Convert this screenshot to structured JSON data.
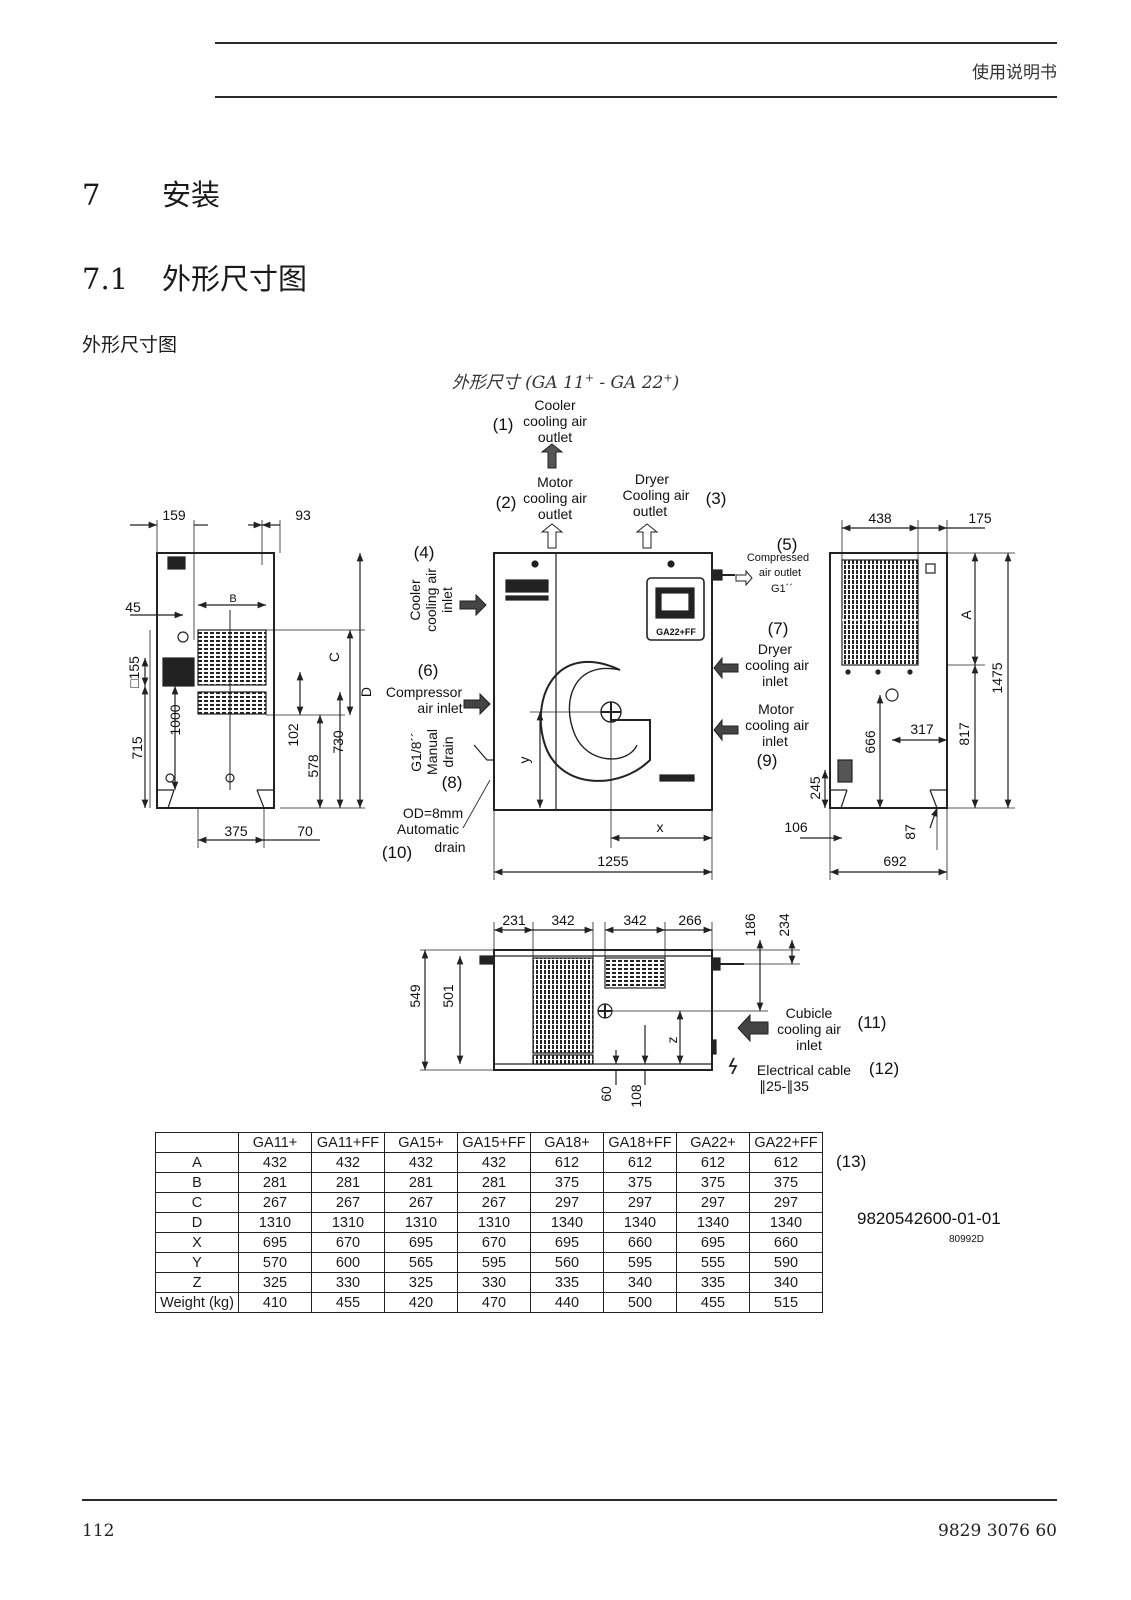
{
  "header": {
    "label": "使用说明书"
  },
  "section": {
    "number": "7",
    "title": "安装"
  },
  "subsection": {
    "number": "7.1",
    "title": "外形尺寸图"
  },
  "figure_label": "外形尺寸图",
  "figure": {
    "caption_prefix": "外形尺寸 (GA 11",
    "caption_sup1": "+",
    "caption_mid": " - GA 22",
    "caption_sup2": "+",
    "caption_suffix": ")",
    "callouts": {
      "c1_num": "(1)",
      "c1_l1": "Cooler",
      "c1_l2": "cooling air",
      "c1_l3": "outlet",
      "c2_num": "(2)",
      "c2_l1": "Motor",
      "c2_l2": "cooling air",
      "c2_l3": "outlet",
      "c3_num": "(3)",
      "c3_l1": "Dryer",
      "c3_l2": "Cooling air",
      "c3_l3": "outlet",
      "c4_num": "(4)",
      "c4_l1": "Cooler",
      "c4_l2": "cooling air",
      "c4_l3": "inlet",
      "c5_num": "(5)",
      "c5_l1": "Compressed",
      "c5_l2": "air outlet",
      "c5_l3": "G1´´",
      "c6_num": "(6)",
      "c6_l1": "Compressor",
      "c6_l2": "air inlet",
      "c7_num": "(7)",
      "c7_l1": "Dryer",
      "c7_l2": "cooling air",
      "c7_l3": "inlet",
      "c8_num": "(8)",
      "c8_l1": "G1/8´´",
      "c8_l2": "Manual",
      "c8_l3": "drain",
      "c9_num": "(9)",
      "c9_l1": "Motor",
      "c9_l2": "cooling air",
      "c9_l3": "inlet",
      "c10_num": "(10)",
      "c10_l1": "OD=8mm",
      "c10_l2": "Automatic",
      "c10_l3": "drain",
      "c11_num": "(11)",
      "c11_l1": "Cubicle",
      "c11_l2": "cooling air",
      "c11_l3": "inlet",
      "c12_num": "(12)",
      "c12_l1": "Electrical cable",
      "c12_l2": "∥25-∥35",
      "c13_num": "(13)"
    },
    "dims": {
      "d159": "159",
      "d93": "93",
      "d45": "45",
      "dB": "B",
      "dC": "C",
      "dD": "D",
      "d155": "□155",
      "d1000": "1000",
      "d715": "715",
      "d102": "102",
      "d578": "578",
      "d730": "730",
      "d375": "375",
      "d70": "70",
      "dy": "y",
      "dx": "x",
      "d1255": "1255",
      "d438": "438",
      "d175": "175",
      "dA": "A",
      "d1475": "1475",
      "d317": "317",
      "d666": "666",
      "d817": "817",
      "d245": "245",
      "d106": "106",
      "d87": "87",
      "d692": "692",
      "d231": "231",
      "d342a": "342",
      "d342b": "342",
      "d266": "266",
      "d186": "186",
      "d234": "234",
      "d549": "549",
      "d501": "501",
      "dz": "z",
      "d60": "60",
      "d108": "108",
      "panel_model": "GA22+FF"
    },
    "doc_code": "9820542600-01-01",
    "doc_sub": "80992D"
  },
  "table": {
    "columns": [
      "GA11+",
      "GA11+FF",
      "GA15+",
      "GA15+FF",
      "GA18+",
      "GA18+FF",
      "GA22+",
      "GA22+FF"
    ],
    "rows": [
      {
        "label": "A",
        "values": [
          "432",
          "432",
          "432",
          "432",
          "612",
          "612",
          "612",
          "612"
        ]
      },
      {
        "label": "B",
        "values": [
          "281",
          "281",
          "281",
          "281",
          "375",
          "375",
          "375",
          "375"
        ]
      },
      {
        "label": "C",
        "values": [
          "267",
          "267",
          "267",
          "267",
          "297",
          "297",
          "297",
          "297"
        ]
      },
      {
        "label": "D",
        "values": [
          "1310",
          "1310",
          "1310",
          "1310",
          "1340",
          "1340",
          "1340",
          "1340"
        ]
      },
      {
        "label": "X",
        "values": [
          "695",
          "670",
          "695",
          "670",
          "695",
          "660",
          "695",
          "660"
        ]
      },
      {
        "label": "Y",
        "values": [
          "570",
          "600",
          "565",
          "595",
          "560",
          "595",
          "555",
          "590"
        ]
      },
      {
        "label": "Z",
        "values": [
          "325",
          "330",
          "325",
          "330",
          "335",
          "340",
          "335",
          "340"
        ]
      },
      {
        "label": "Weight (kg)",
        "values": [
          "410",
          "455",
          "420",
          "470",
          "440",
          "500",
          "455",
          "515"
        ]
      }
    ]
  },
  "footer": {
    "page": "112",
    "doc_number": "9829 3076 60"
  }
}
